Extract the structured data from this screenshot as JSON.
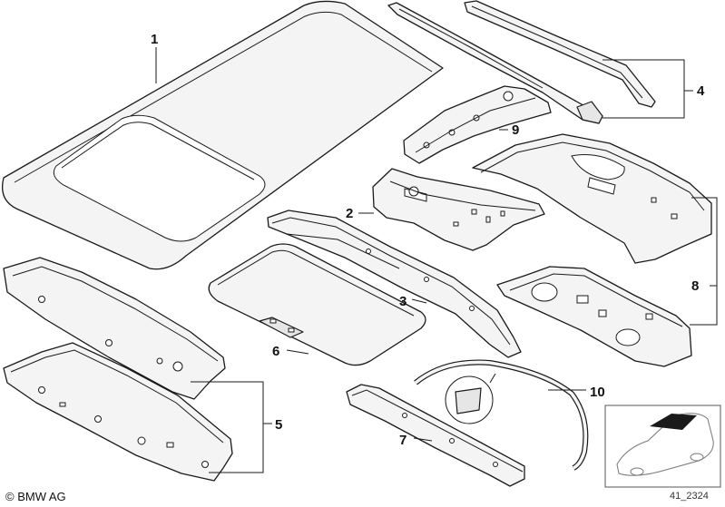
{
  "callouts": {
    "c1": "1",
    "c2": "2",
    "c3": "3",
    "c4": "4",
    "c5": "5",
    "c6": "6",
    "c7": "7",
    "c8": "8",
    "c9": "9",
    "c10": "10"
  },
  "footer": {
    "copyright": "© BMW AG",
    "diagram_id": "41_2324"
  }
}
